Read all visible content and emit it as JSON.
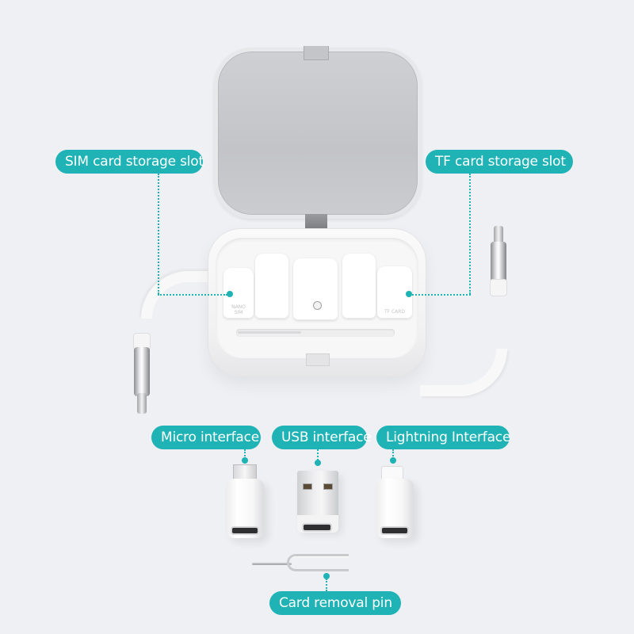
{
  "product": "Multi-function storage box with retractable cable and adapters",
  "colors": {
    "accent": "#1fb3b6",
    "background": "#eff0f3",
    "label_text": "#ffffff"
  },
  "callouts": {
    "sim_slot": {
      "label": "SIM card storage slot"
    },
    "tf_slot": {
      "label": "TF card storage slot"
    },
    "micro": {
      "label": "Micro interface"
    },
    "usb": {
      "label": "USB interface"
    },
    "lightning": {
      "label": "Lightning Interface"
    },
    "pin": {
      "label": "Card removal pin"
    }
  },
  "tray_markings": {
    "nano_sim": "NANO\nSIM",
    "tf_card": "TF CARD"
  }
}
